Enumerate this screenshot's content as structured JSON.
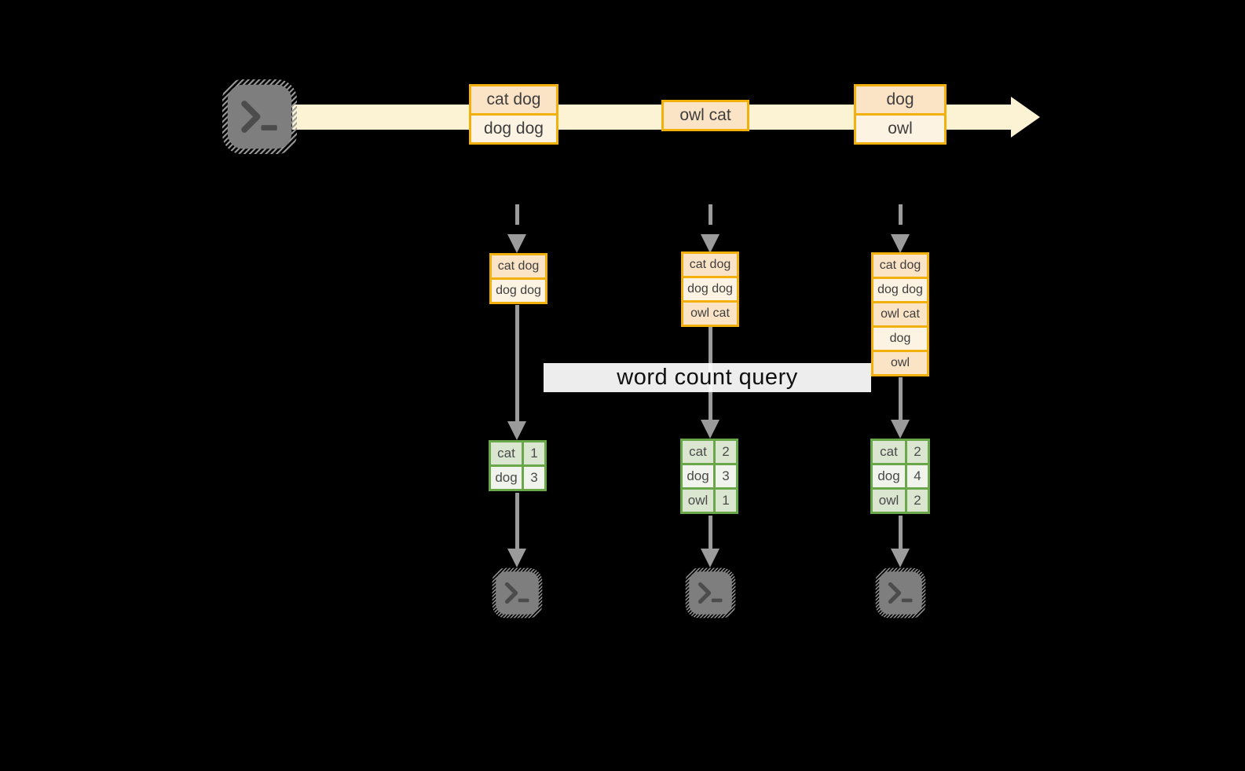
{
  "stream": {
    "source_icon": "terminal-icon",
    "events": [
      {
        "lines": [
          "cat dog",
          "dog dog"
        ]
      },
      {
        "lines": [
          "owl cat"
        ]
      },
      {
        "lines": [
          "dog",
          "owl"
        ]
      }
    ]
  },
  "query": {
    "label": "word count query"
  },
  "columns": [
    {
      "state_lines": [
        "cat dog",
        "dog dog"
      ],
      "counts": [
        {
          "word": "cat",
          "count": "1"
        },
        {
          "word": "dog",
          "count": "3"
        }
      ],
      "sink_icon": "terminal-icon"
    },
    {
      "state_lines": [
        "cat dog",
        "dog dog",
        "owl cat"
      ],
      "counts": [
        {
          "word": "cat",
          "count": "2"
        },
        {
          "word": "dog",
          "count": "3"
        },
        {
          "word": "owl",
          "count": "1"
        }
      ],
      "sink_icon": "terminal-icon"
    },
    {
      "state_lines": [
        "cat dog",
        "dog dog",
        "owl cat",
        "dog",
        "owl"
      ],
      "counts": [
        {
          "word": "cat",
          "count": "2"
        },
        {
          "word": "dog",
          "count": "4"
        },
        {
          "word": "owl",
          "count": "2"
        }
      ],
      "sink_icon": "terminal-icon"
    }
  ],
  "colors": {
    "stream_band": "#FBF3D3",
    "box_border": "#F2B00D",
    "box_fill_dark": "#FBE3C6",
    "box_fill_light": "#FDF3E3",
    "table_border": "#69A74A",
    "table_fill_dark": "#DBE6D1",
    "table_fill_light": "#F0F4EC",
    "arrow": "#9B9B9B",
    "terminal_body": "#7E7E7E",
    "terminal_glyph": "#4C4C4C",
    "text": "#3E3E3E"
  }
}
